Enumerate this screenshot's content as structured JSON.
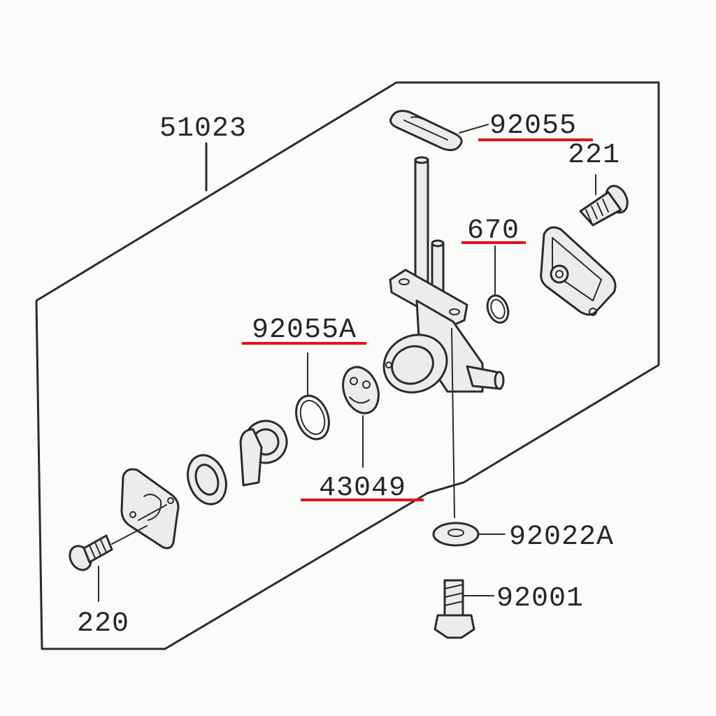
{
  "diagram": {
    "labels": {
      "assembly": "51023",
      "gasket_top": "92055",
      "screw_right": "221",
      "oring_670": "670",
      "oring_92055a": "92055A",
      "seal_43049": "43049",
      "washer": "92022A",
      "bolt": "92001",
      "screw_left": "220"
    },
    "highlighted": [
      "92055",
      "670",
      "92055A",
      "43049"
    ],
    "highlight_color": "#e3121b",
    "line_color": "#2b2b2b"
  }
}
